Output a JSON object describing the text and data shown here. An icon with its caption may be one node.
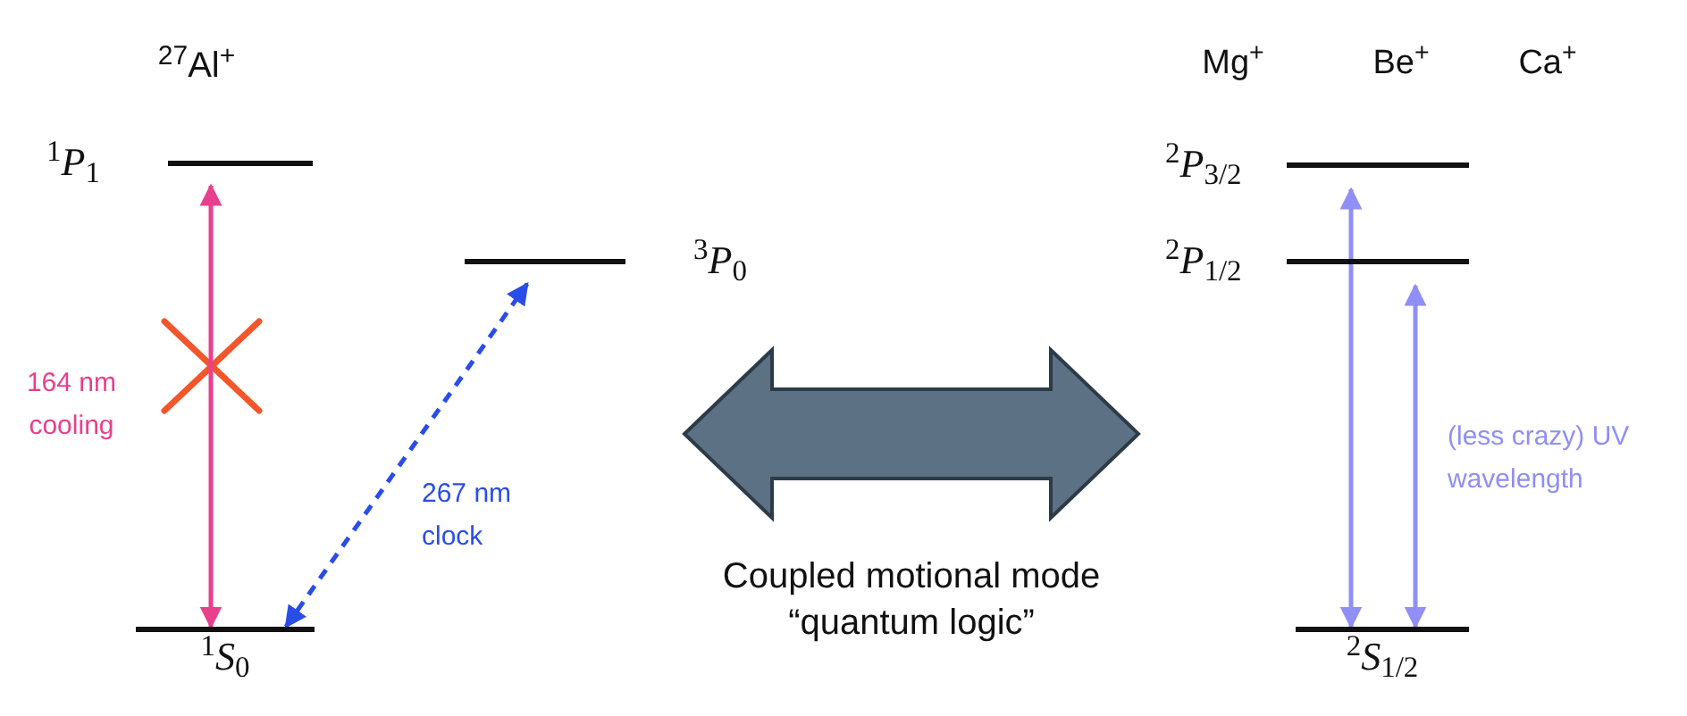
{
  "diagram": {
    "nodes": [
      {
        "text": [
          "$^{1}$*P*$_{1}$"
        ]
      },
      {
        "text": [
          "$^{3}$*P*$_{0}$"
        ]
      },
      {
        "text": [
          "$^{1}$*S*$_{0}$"
        ]
      },
      {
        "text": [
          "$^{2}$*P*$_{3/2}$"
        ]
      },
      {
        "text": [
          "$^{2}$*P*$_{1/2}$"
        ]
      },
      {
        "text": [
          "$^{2}$*S*$_{1/2}$"
        ]
      }
    ],
    "edges": [
      {
        "from": 2,
        "to": 0,
        "arrow": "both",
        "color": "#e8408c",
        "label": "164 nm cooling"
      },
      {
        "from": 2,
        "to": 1,
        "arrow": "both",
        "style": "dashed",
        "color": "#2a4de8",
        "label": "267 nm clock"
      },
      {
        "from": 5,
        "to": 3,
        "arrow": "both",
        "color": "#8f8ff5"
      },
      {
        "from": 5,
        "to": 4,
        "arrow": "both",
        "color": "#8f8ff5",
        "label": "(less crazy) UV wavelength"
      }
    ],
    "labels": [
      "$^{27}$Al$^{+}$",
      "Mg$^{+}$",
      "Be$^{+}$",
      "Ca$^{+}$",
      "Coupled motional mode “quantum logic”"
    ]
  }
}
